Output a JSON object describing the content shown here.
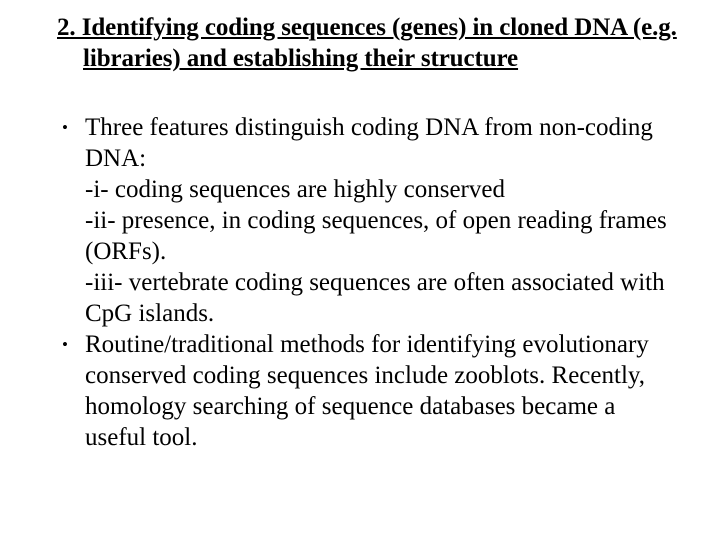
{
  "slide": {
    "background_color": "#ffffff",
    "text_color": "#000000",
    "title": "2. Identifying coding sequences (genes) in cloned DNA (e.g. libraries) and establishing their structure",
    "bullet_glyph": "•",
    "content": [
      {
        "type": "bullet",
        "text": "Three features distinguish coding DNA from non-coding DNA:"
      },
      {
        "type": "sub",
        "text": "-i- coding sequences are highly conserved"
      },
      {
        "type": "sub",
        "text": "-ii- presence, in coding sequences, of open reading frames (ORFs)."
      },
      {
        "type": "sub",
        "text": "-iii- vertebrate coding sequences are often associated with CpG islands."
      },
      {
        "type": "bullet",
        "text": "Routine/traditional methods for identifying evolutionary conserved coding sequences include zooblots. Recently, homology searching of sequence databases became a useful tool."
      }
    ]
  }
}
